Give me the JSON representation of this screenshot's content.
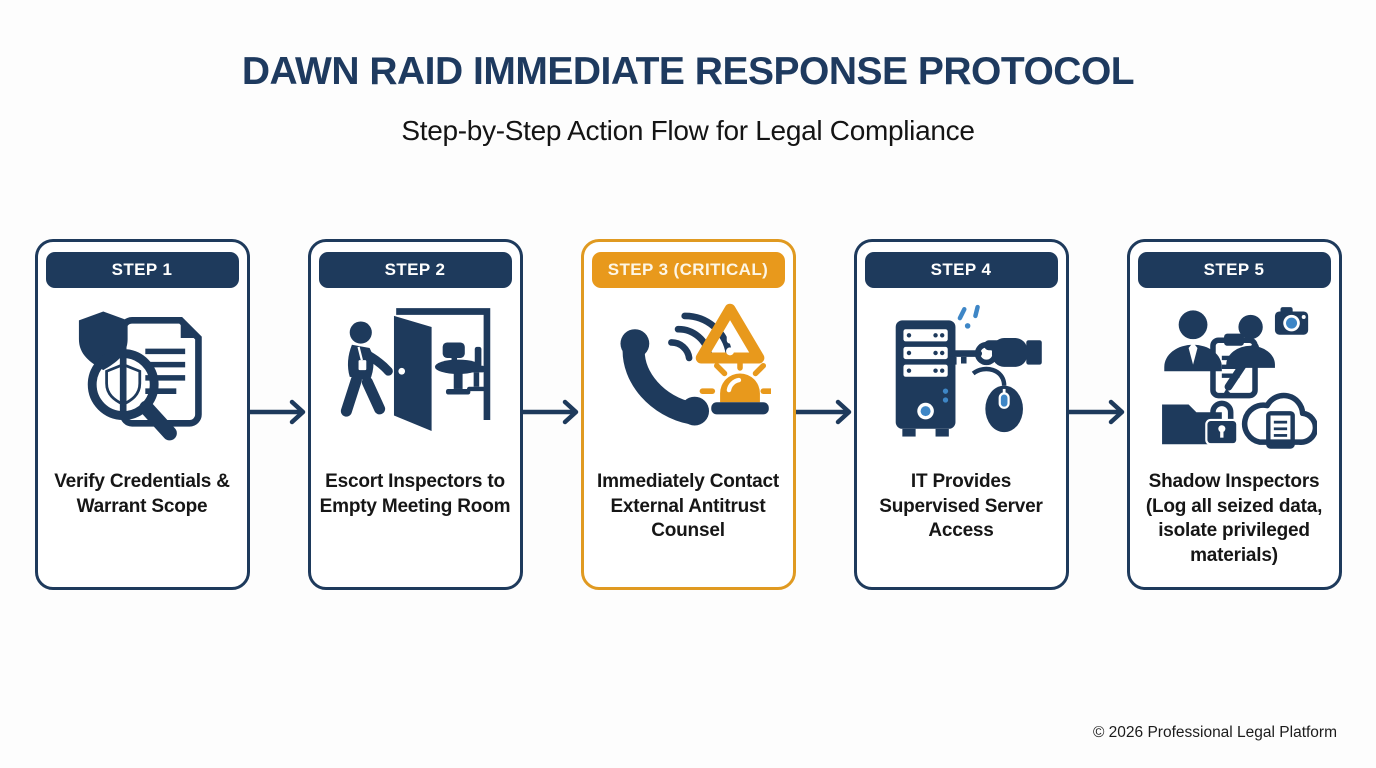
{
  "header": {
    "title": "DAWN RAID IMMEDIATE RESPONSE PROTOCOL",
    "subtitle": "Step-by-Step Action Flow for Legal Compliance"
  },
  "colors": {
    "navy": "#1e3a5c",
    "accent_blue": "#3e86c6",
    "critical_orange": "#e8991c",
    "title_text": "#1e3a5f",
    "caption_text": "#161616",
    "background": "#fdfdfd"
  },
  "steps": [
    {
      "label": "STEP 1",
      "caption": "Verify Credentials & Warrant Scope",
      "critical": false,
      "icons": [
        "shield-icon",
        "document-icon",
        "magnifier-shield-icon"
      ]
    },
    {
      "label": "STEP 2",
      "caption": "Escort Inspectors to Empty Meeting Room",
      "critical": false,
      "icons": [
        "walking-person-icon",
        "open-door-icon",
        "meeting-table-icon"
      ]
    },
    {
      "label": "STEP 3 (CRITICAL)",
      "caption": "Immediately Contact External Antitrust Counsel",
      "critical": true,
      "icons": [
        "phone-handset-icon",
        "signal-waves-icon",
        "warning-triangle-icon",
        "siren-icon"
      ]
    },
    {
      "label": "STEP 4",
      "caption": "IT Provides Supervised Server Access",
      "critical": false,
      "icons": [
        "server-tower-icon",
        "hand-key-icon",
        "mouse-icon",
        "sparkle-icon"
      ]
    },
    {
      "label": "STEP 5",
      "caption": "Shadow Inspectors (Log all seized data, isolate privileged materials)",
      "critical": false,
      "icons": [
        "inspectors-icon",
        "camera-icon",
        "clipboard-pencil-icon",
        "folder-lock-icon",
        "cloud-document-icon"
      ]
    }
  ],
  "connectors": {
    "type": "right-arrow-icon",
    "count": 4
  },
  "footer": {
    "copyright": "© 2026 Professional Legal Platform"
  }
}
